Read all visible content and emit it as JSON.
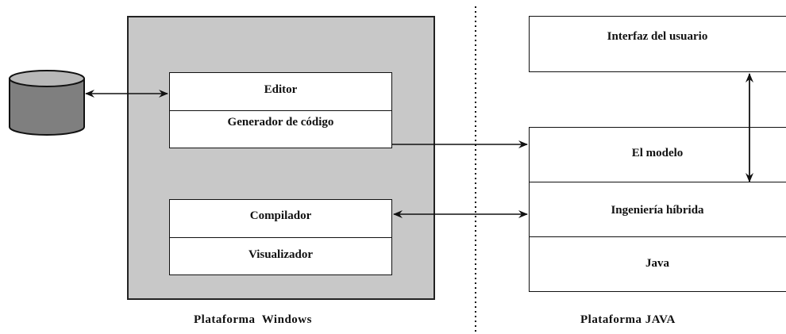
{
  "windows": {
    "caption": "Plataforma  Windows",
    "editor_label": "Editor",
    "generator_label": "Generador de código",
    "compiler_label": "Compilador",
    "viewer_label": "Visualizador"
  },
  "java": {
    "caption": "Plataforma JAVA",
    "ui_label": "Interfaz del usuario",
    "model_label": "El modelo",
    "hybrid_label": "Ingeniería híbrida",
    "java_label": "Java"
  },
  "icons": {
    "database": "database-cylinder-icon"
  },
  "colors": {
    "platform_fill": "#c8c8c8",
    "database_fill": "#7f7f7f",
    "line": "#111111"
  }
}
